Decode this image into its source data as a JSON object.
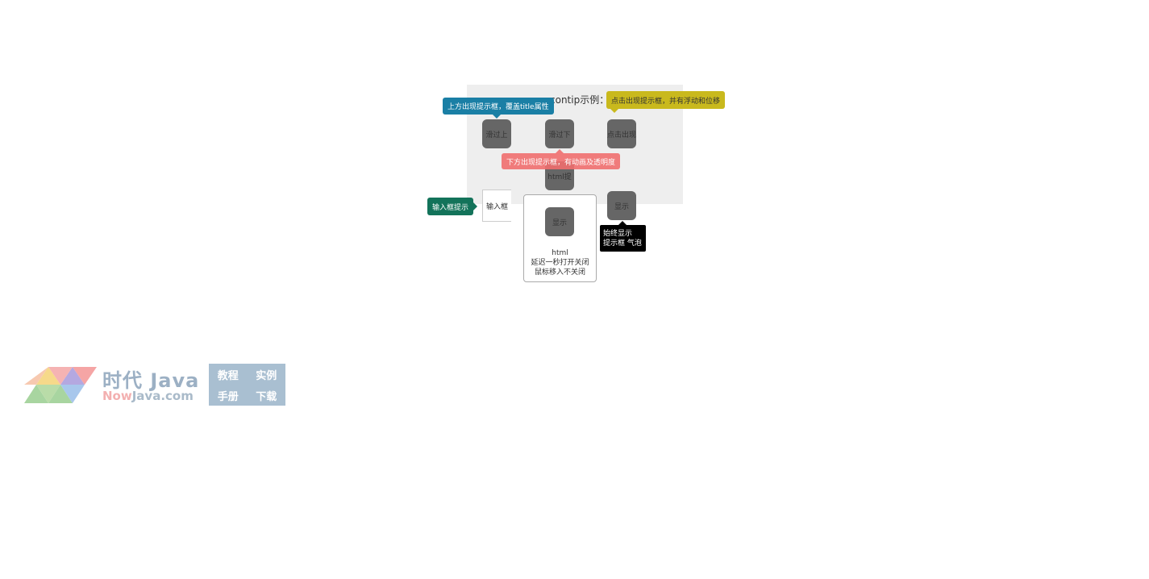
{
  "heading": "contip示例：",
  "buttons": {
    "hover_up": "滑过上",
    "hover_down": "滑过下",
    "click_show": "点击出现",
    "html_tip": "html提",
    "show": "显示",
    "popup_show": "显示"
  },
  "input": {
    "value": "输入框"
  },
  "tooltips": {
    "top": "上方出现提示框，覆盖title属性",
    "click": "点击出现提示框，并有浮动和位移",
    "bottom": "下方出现提示框，有动画及透明度",
    "input": "输入框提示",
    "always_line1": "始终显示",
    "always_line2": "提示框 气泡"
  },
  "popup": {
    "line1": "html",
    "line2": "延迟一秒打开关闭",
    "line3": "鼠标移入不关闭"
  },
  "watermark": {
    "cn": "时代 Java",
    "en_now": "Now",
    "en_rest": "Java.com",
    "links": [
      "教程",
      "实例",
      "手册",
      "下载"
    ]
  }
}
